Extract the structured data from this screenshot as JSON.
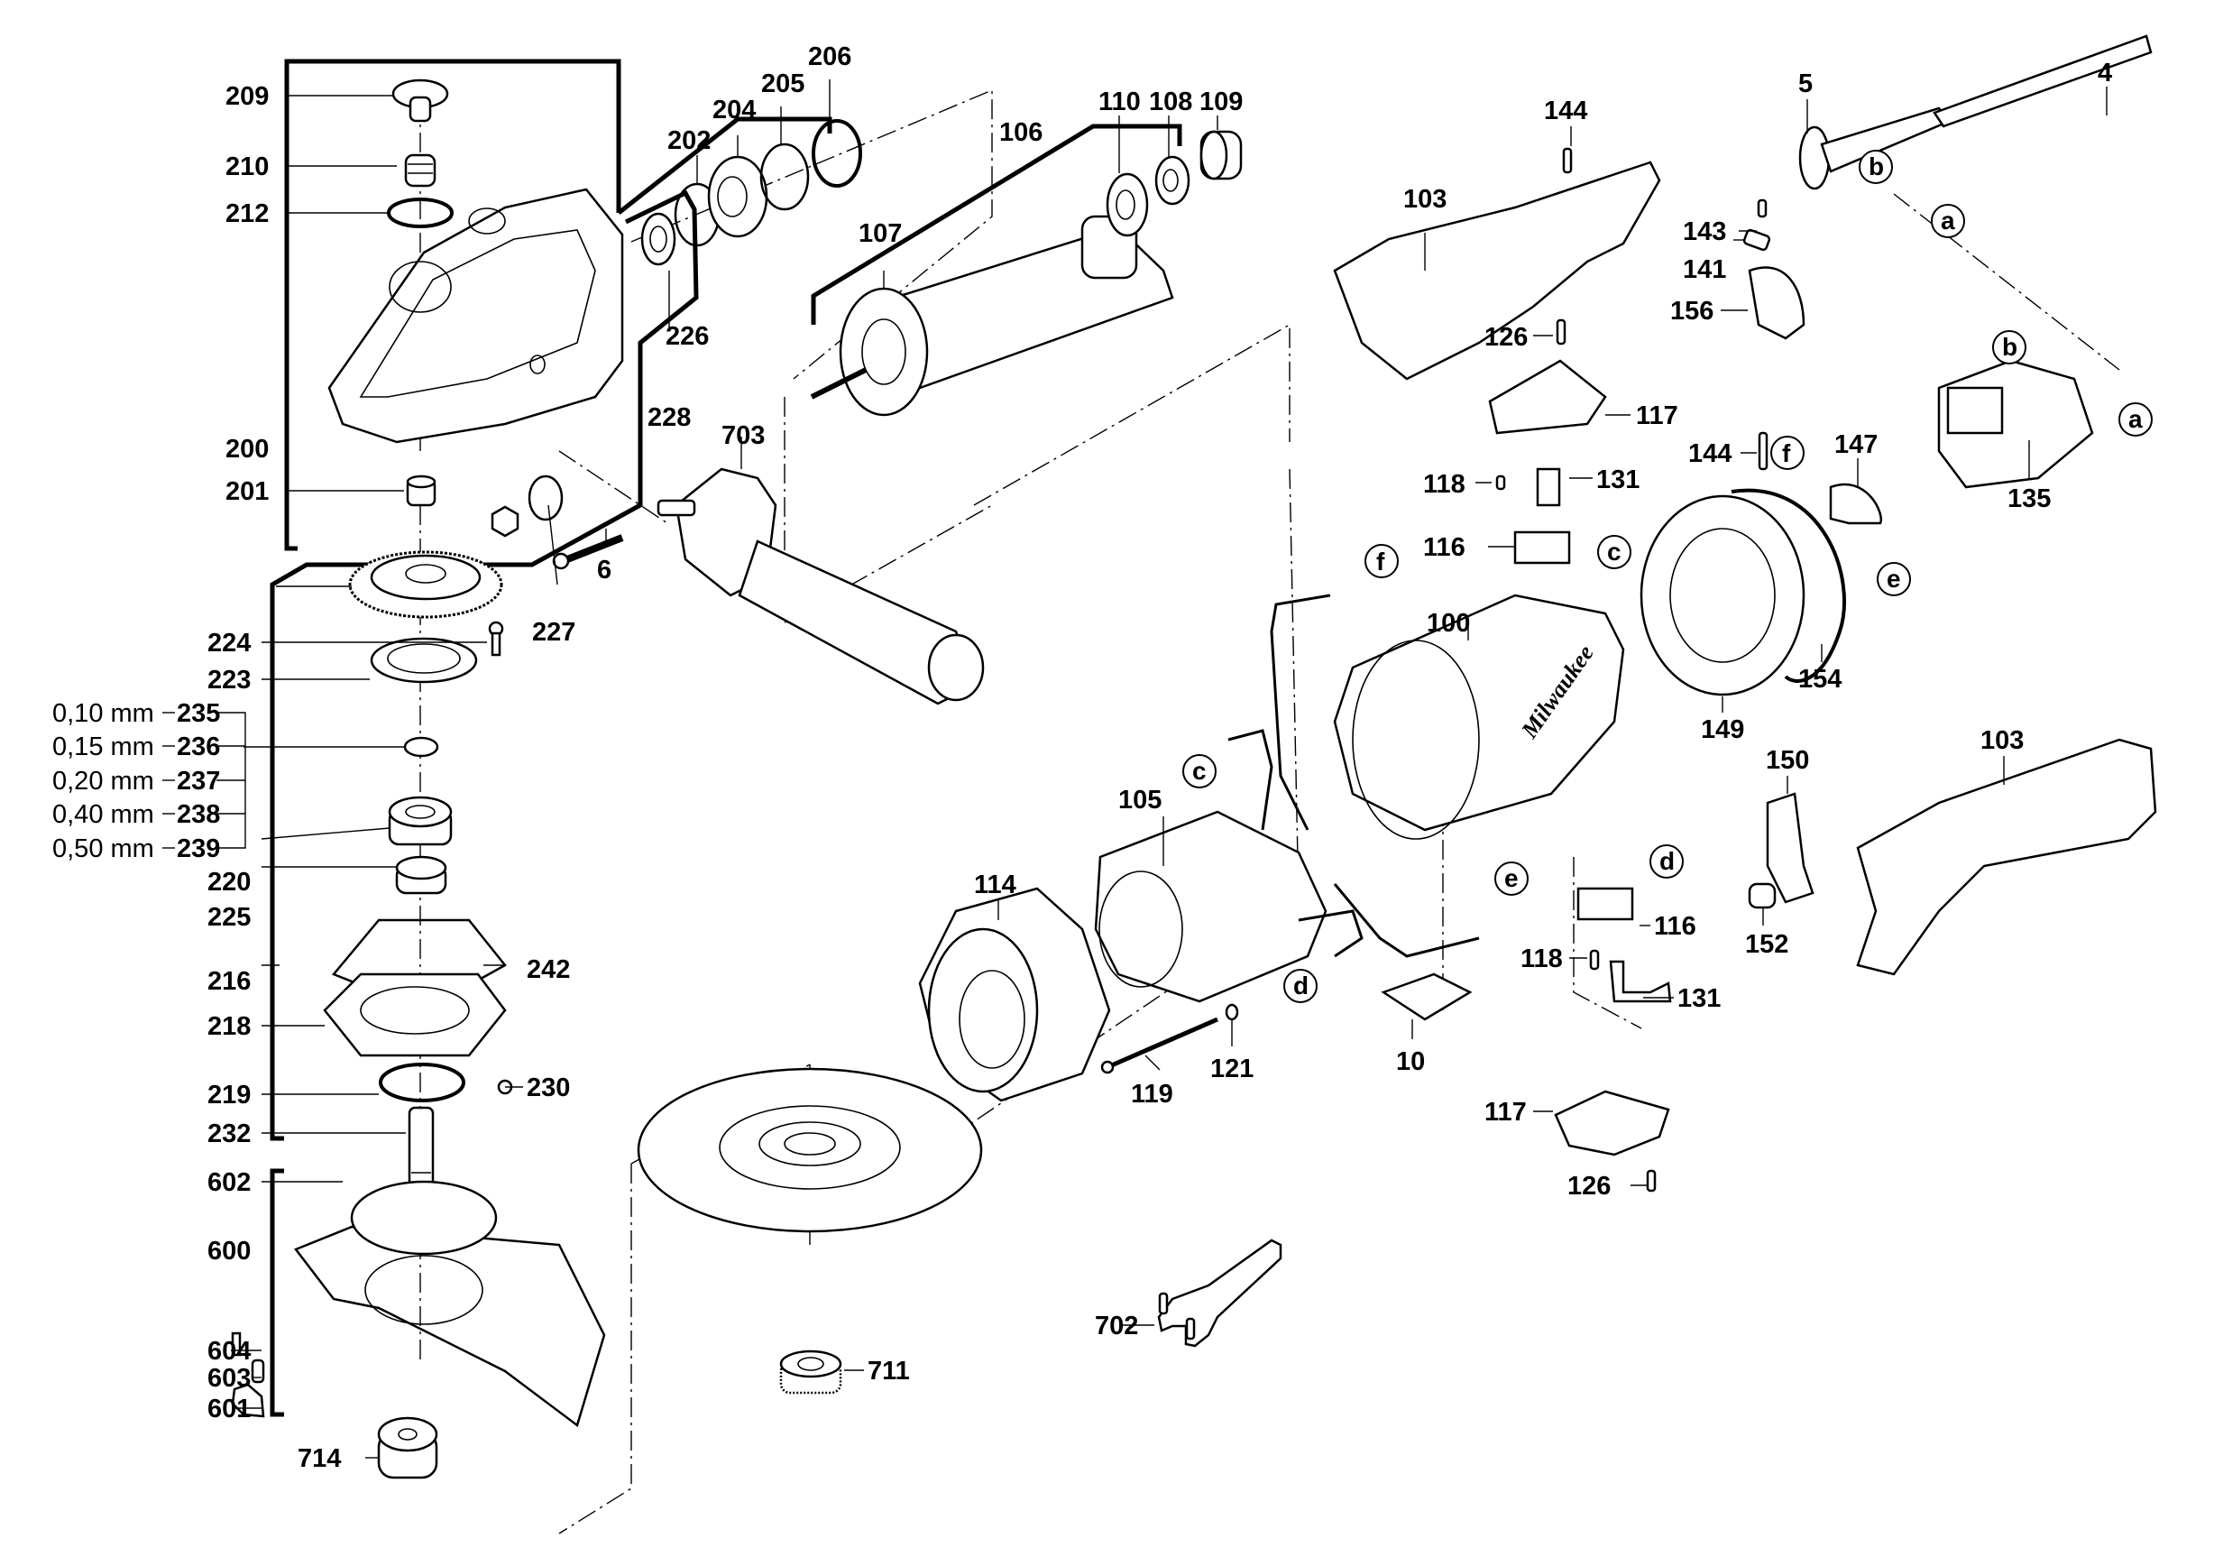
{
  "title": "Angle grinder exploded parts diagram",
  "brand_mark": "Milwaukee",
  "part_labels": [
    {
      "id": "209",
      "text": "209"
    },
    {
      "id": "210",
      "text": "210"
    },
    {
      "id": "212",
      "text": "212"
    },
    {
      "id": "200",
      "text": "200"
    },
    {
      "id": "201",
      "text": "201"
    },
    {
      "id": "202",
      "text": "202"
    },
    {
      "id": "204",
      "text": "204"
    },
    {
      "id": "205",
      "text": "205"
    },
    {
      "id": "206",
      "text": "206"
    },
    {
      "id": "226",
      "text": "226"
    },
    {
      "id": "228",
      "text": "228"
    },
    {
      "id": "227",
      "text": "227"
    },
    {
      "id": "6",
      "text": "6"
    },
    {
      "id": "703",
      "text": "703"
    },
    {
      "id": "106",
      "text": "106"
    },
    {
      "id": "107",
      "text": "107"
    },
    {
      "id": "110",
      "text": "110"
    },
    {
      "id": "108",
      "text": "108"
    },
    {
      "id": "109",
      "text": "109"
    },
    {
      "id": "224",
      "text": "224"
    },
    {
      "id": "223",
      "text": "223"
    },
    {
      "id": "235",
      "text": "235"
    },
    {
      "id": "236",
      "text": "236"
    },
    {
      "id": "237",
      "text": "237"
    },
    {
      "id": "238",
      "text": "238"
    },
    {
      "id": "239",
      "text": "239"
    },
    {
      "id": "220",
      "text": "220"
    },
    {
      "id": "225",
      "text": "225"
    },
    {
      "id": "216",
      "text": "216"
    },
    {
      "id": "242",
      "text": "242"
    },
    {
      "id": "218",
      "text": "218"
    },
    {
      "id": "219",
      "text": "219"
    },
    {
      "id": "230",
      "text": "230"
    },
    {
      "id": "232",
      "text": "232"
    },
    {
      "id": "602",
      "text": "602"
    },
    {
      "id": "600",
      "text": "600"
    },
    {
      "id": "604",
      "text": "604"
    },
    {
      "id": "603",
      "text": "603"
    },
    {
      "id": "601",
      "text": "601"
    },
    {
      "id": "714",
      "text": "714"
    },
    {
      "id": "711",
      "text": "711"
    },
    {
      "id": "702",
      "text": "702"
    },
    {
      "id": "114",
      "text": "114"
    },
    {
      "id": "105",
      "text": "105"
    },
    {
      "id": "119",
      "text": "119"
    },
    {
      "id": "121",
      "text": "121"
    },
    {
      "id": "100",
      "text": "100"
    },
    {
      "id": "10",
      "text": "10"
    },
    {
      "id": "144a",
      "text": "144"
    },
    {
      "id": "103a",
      "text": "103"
    },
    {
      "id": "126a",
      "text": "126"
    },
    {
      "id": "117a",
      "text": "117"
    },
    {
      "id": "118a",
      "text": "118"
    },
    {
      "id": "131a",
      "text": "131"
    },
    {
      "id": "116a",
      "text": "116"
    },
    {
      "id": "144b",
      "text": "144"
    },
    {
      "id": "149",
      "text": "149"
    },
    {
      "id": "154",
      "text": "154"
    },
    {
      "id": "147",
      "text": "147"
    },
    {
      "id": "135",
      "text": "135"
    },
    {
      "id": "156",
      "text": "156"
    },
    {
      "id": "141",
      "text": "141"
    },
    {
      "id": "143",
      "text": "143"
    },
    {
      "id": "5",
      "text": "5"
    },
    {
      "id": "4",
      "text": "4"
    },
    {
      "id": "150",
      "text": "150"
    },
    {
      "id": "103b",
      "text": "103"
    },
    {
      "id": "152",
      "text": "152"
    },
    {
      "id": "116b",
      "text": "116"
    },
    {
      "id": "118b",
      "text": "118"
    },
    {
      "id": "131b",
      "text": "131"
    },
    {
      "id": "117b",
      "text": "117"
    },
    {
      "id": "126b",
      "text": "126"
    }
  ],
  "shim_sizes": [
    {
      "size": "0,10 mm",
      "part": "235"
    },
    {
      "size": "0,15 mm",
      "part": "236"
    },
    {
      "size": "0,20 mm",
      "part": "237"
    },
    {
      "size": "0,40 mm",
      "part": "238"
    },
    {
      "size": "0,50 mm",
      "part": "239"
    }
  ],
  "wire_refs": {
    "a1": "a",
    "a2": "a",
    "b1": "b",
    "b2": "b",
    "c1": "c",
    "c2": "c",
    "d1": "d",
    "d2": "d",
    "e1": "e",
    "e2": "e",
    "f1": "f",
    "f2": "f"
  }
}
